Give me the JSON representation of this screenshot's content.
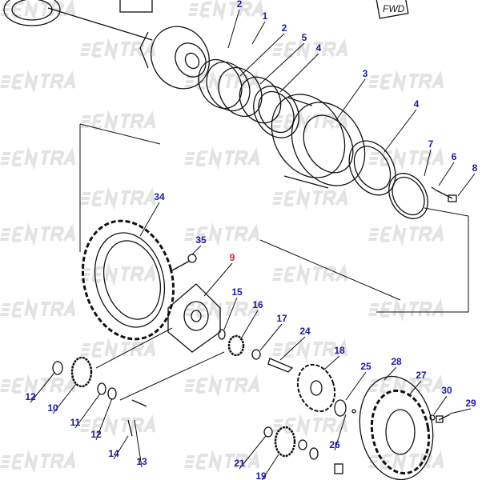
{
  "watermark": "ENTRA",
  "fwd_mark": "FWD",
  "colors": {
    "label": "#1a1aa8",
    "highlight": "#e0202a",
    "line": "#111111",
    "watermark": "#e3e3e3"
  },
  "callouts": [
    {
      "number": "2"
    },
    {
      "number": "1"
    },
    {
      "number": "2"
    },
    {
      "number": "5"
    },
    {
      "number": "4"
    },
    {
      "number": "3"
    },
    {
      "number": "4"
    },
    {
      "number": "7"
    },
    {
      "number": "6"
    },
    {
      "number": "8"
    },
    {
      "number": "34"
    },
    {
      "number": "35"
    },
    {
      "number": "9",
      "highlight": true
    },
    {
      "number": "15"
    },
    {
      "number": "16"
    },
    {
      "number": "17"
    },
    {
      "number": "24"
    },
    {
      "number": "18"
    },
    {
      "number": "25"
    },
    {
      "number": "28"
    },
    {
      "number": "27"
    },
    {
      "number": "30"
    },
    {
      "number": "29"
    },
    {
      "number": "12"
    },
    {
      "number": "10"
    },
    {
      "number": "11"
    },
    {
      "number": "12"
    },
    {
      "number": "14"
    },
    {
      "number": "13"
    },
    {
      "number": "21"
    },
    {
      "number": "19"
    },
    {
      "number": "26"
    }
  ]
}
